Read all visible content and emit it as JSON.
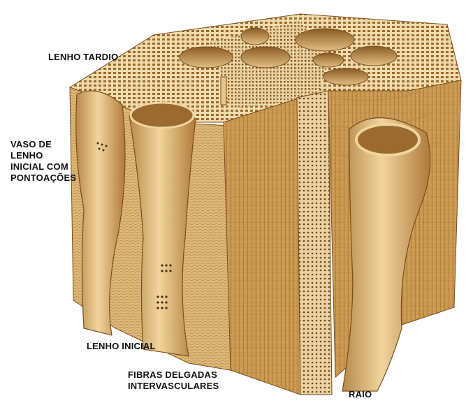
{
  "labels": {
    "lenho_tardio": "LENHO TARDIO",
    "vaso": [
      "VASO DE",
      "LENHO",
      "INICIAL COM",
      "PONTOAÇÕES"
    ],
    "lenho_inicial": "LENHO INICIAL",
    "fibras": [
      "FIBRAS DELGADAS",
      "INTERVASCULARES"
    ],
    "raio": "RAIO"
  },
  "colors": {
    "wood_light": "#e8c98c",
    "wood_mid": "#c99a52",
    "wood_dark": "#8a5a22",
    "cell_wall": "#f5e6c4",
    "background": "#ffffff"
  }
}
